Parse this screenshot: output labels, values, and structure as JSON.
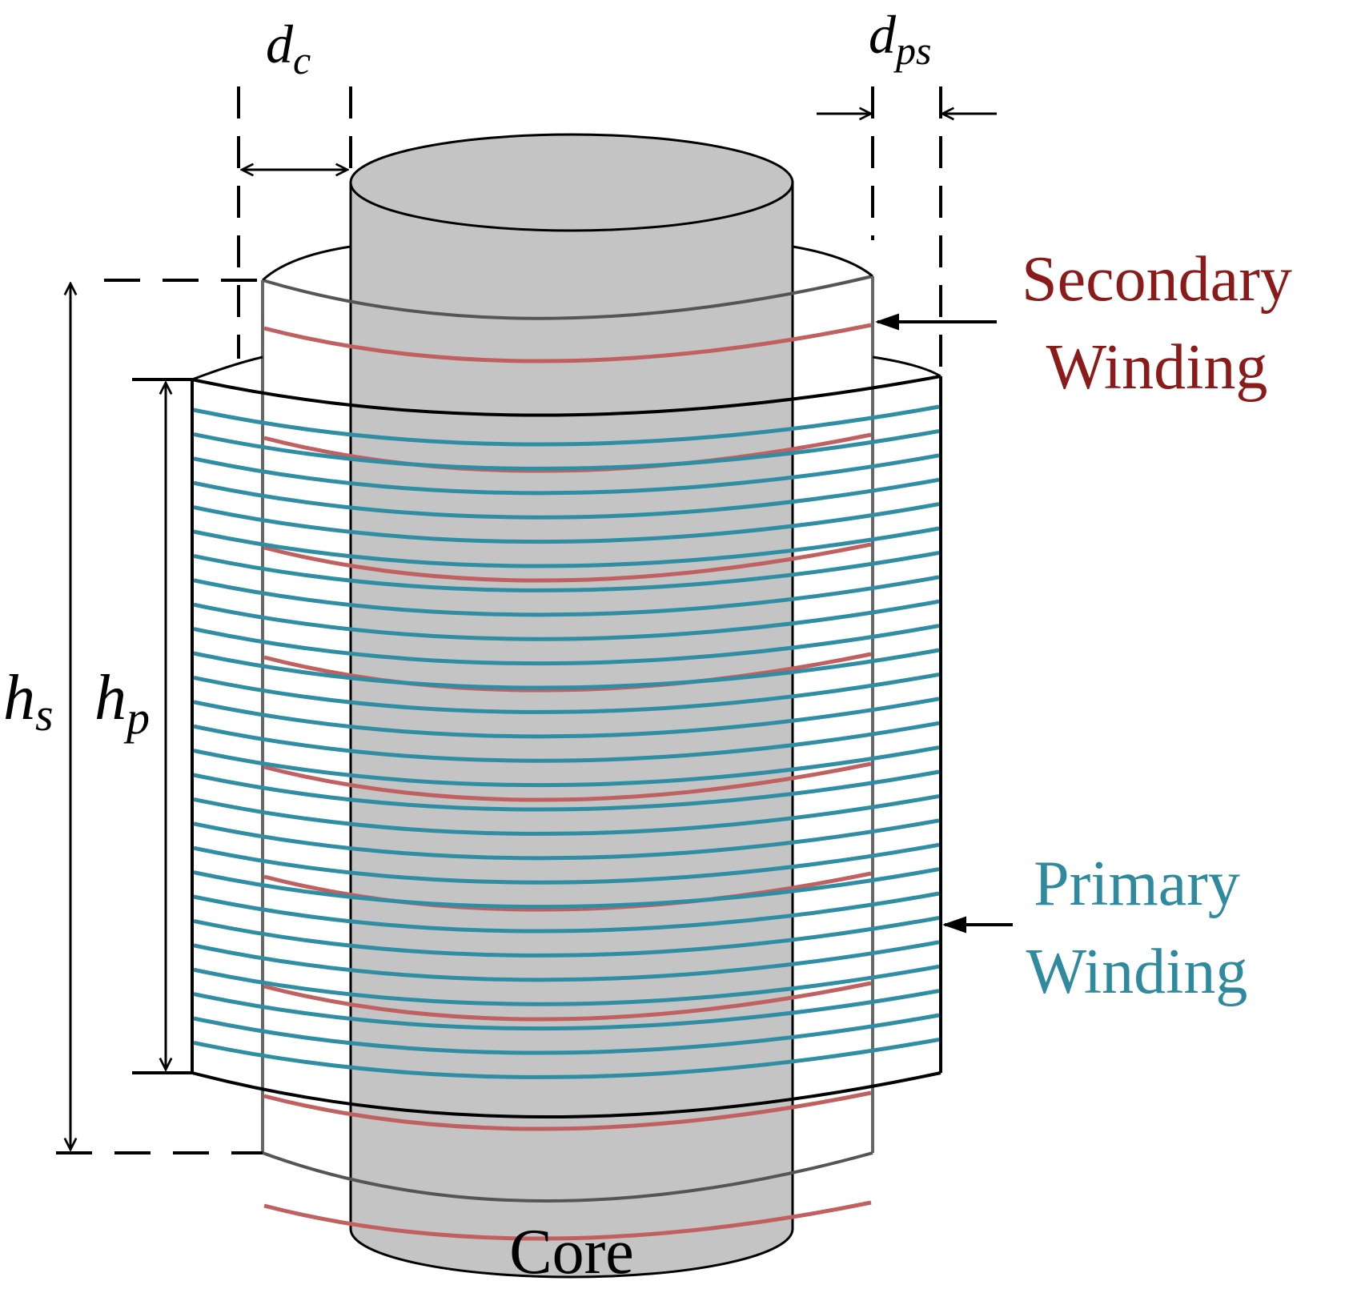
{
  "labels": {
    "dc_main": "d",
    "dc_sub": "c",
    "dps_main": "d",
    "dps_sub": "ps",
    "hs_main": "h",
    "hs_sub": "s",
    "hp_main": "h",
    "hp_sub": "p",
    "secondary_line1": "Secondary",
    "secondary_line2": "Winding",
    "primary_line1": "Primary",
    "primary_line2": "Winding",
    "core": "Core"
  },
  "colors": {
    "secondary": "#8b1a1a",
    "secondary_wire": "#c06060",
    "primary": "#2e8a9c",
    "primary_wire": "#2f8ea3",
    "core_fill": "#c4c4c4",
    "outline": "#000000"
  }
}
